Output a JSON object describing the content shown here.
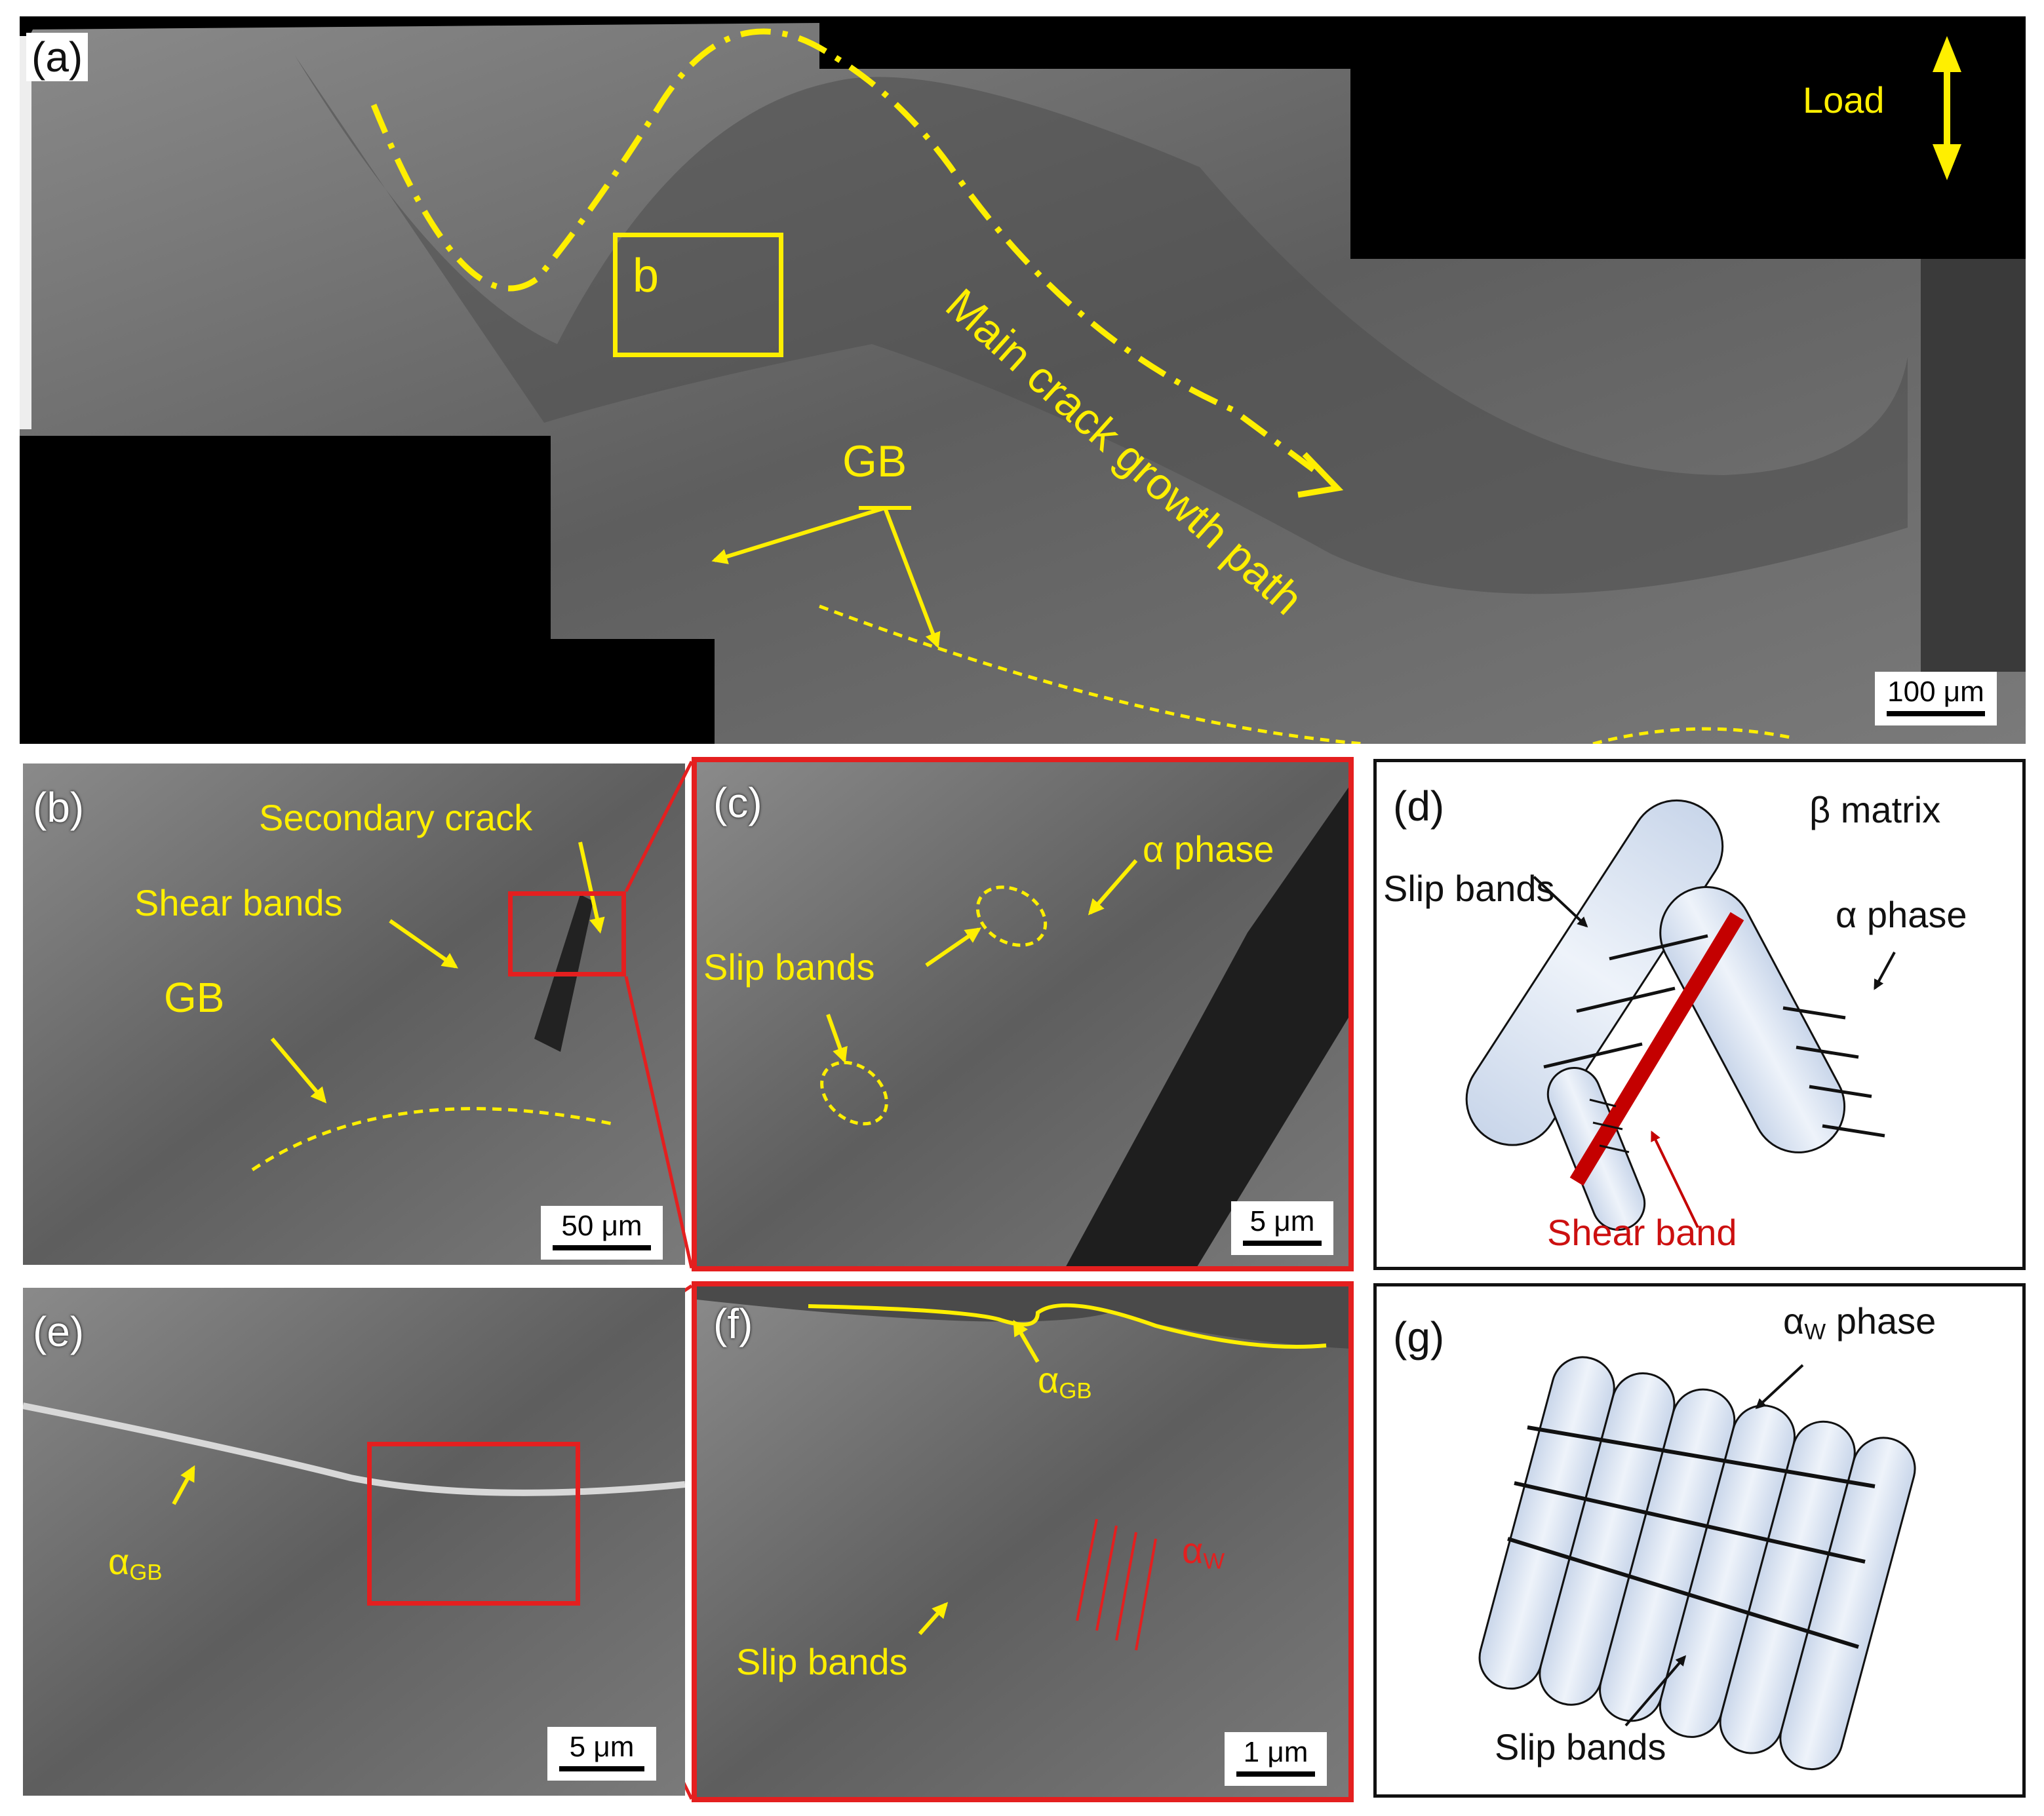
{
  "colors": {
    "annotation_yellow": "#ffef00",
    "frame_red": "#e41f1f",
    "shear_band_red": "#c40000",
    "alpha_fill": "#dde6f3",
    "sem_gray": "#6d6d6d"
  },
  "panel_a": {
    "label": "(a)",
    "load_label": "Load",
    "inset_label": "b",
    "crack_path_label": "Main crack growth path",
    "gb_label": "GB",
    "scale_bar": "100 μm"
  },
  "panel_b": {
    "label": "(b)",
    "secondary_crack": "Secondary crack",
    "shear_bands": "Shear bands",
    "gb_label": "GB",
    "scale_bar": "50 μm"
  },
  "panel_c": {
    "label": "(c)",
    "alpha_phase": "α phase",
    "slip_bands": "Slip bands",
    "scale_bar": "5 μm"
  },
  "panel_d": {
    "label": "(d)",
    "beta_matrix": "β matrix",
    "slip_bands": "Slip bands",
    "alpha_phase": "α phase",
    "shear_band": "Shear band"
  },
  "panel_e": {
    "label": "(e)",
    "alpha_gb_main": "α",
    "alpha_gb_sub": "GB",
    "scale_bar": "5 μm"
  },
  "panel_f": {
    "label": "(f)",
    "alpha_gb_main": "α",
    "alpha_gb_sub": "GB",
    "alpha_w_main": "α",
    "alpha_w_sub": "W",
    "slip_bands": "Slip bands",
    "scale_bar": "1 μm"
  },
  "panel_g": {
    "label": "(g)",
    "alpha_w_main": "α",
    "alpha_w_sub": "W",
    "alpha_w_suffix": " phase",
    "slip_bands": "Slip bands"
  }
}
